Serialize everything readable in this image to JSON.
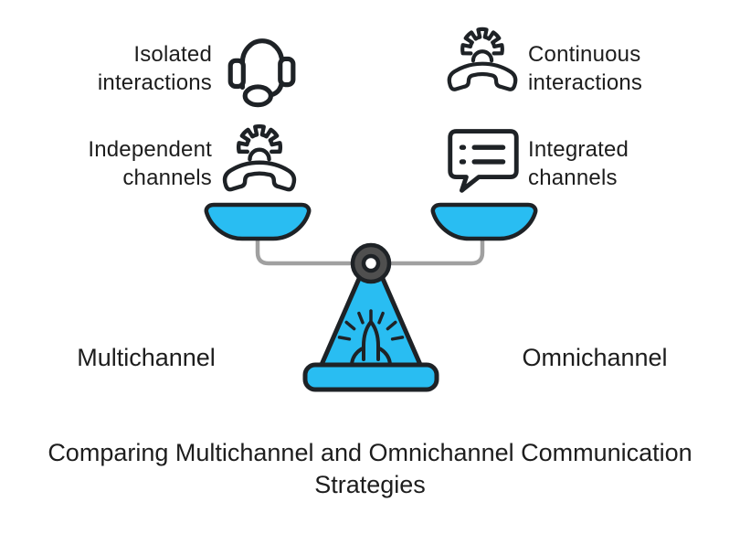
{
  "diagram": {
    "items": [
      {
        "icon": "headset-icon",
        "label_line1": "Isolated",
        "label_line2": "interactions",
        "side": "left"
      },
      {
        "icon": "phone-gear-icon",
        "label_line1": "Continuous",
        "label_line2": "interactions",
        "side": "right"
      },
      {
        "icon": "phone-gear-icon",
        "label_line1": "Independent",
        "label_line2": "channels",
        "side": "left"
      },
      {
        "icon": "chat-list-icon",
        "label_line1": "Integrated",
        "label_line2": "channels",
        "side": "right"
      }
    ],
    "left_category": "Multichannel",
    "right_category": "Omnichannel",
    "caption_line1": "Comparing Multichannel and Omnichannel Communication",
    "caption_line2": "Strategies",
    "colors": {
      "accent_blue": "#29BDF2",
      "outline": "#1E2226",
      "beam_gray": "#A0A0A0",
      "pivot_gray": "#4F4F4F",
      "text": "#1D1D1D",
      "background": "#FFFFFF"
    }
  }
}
